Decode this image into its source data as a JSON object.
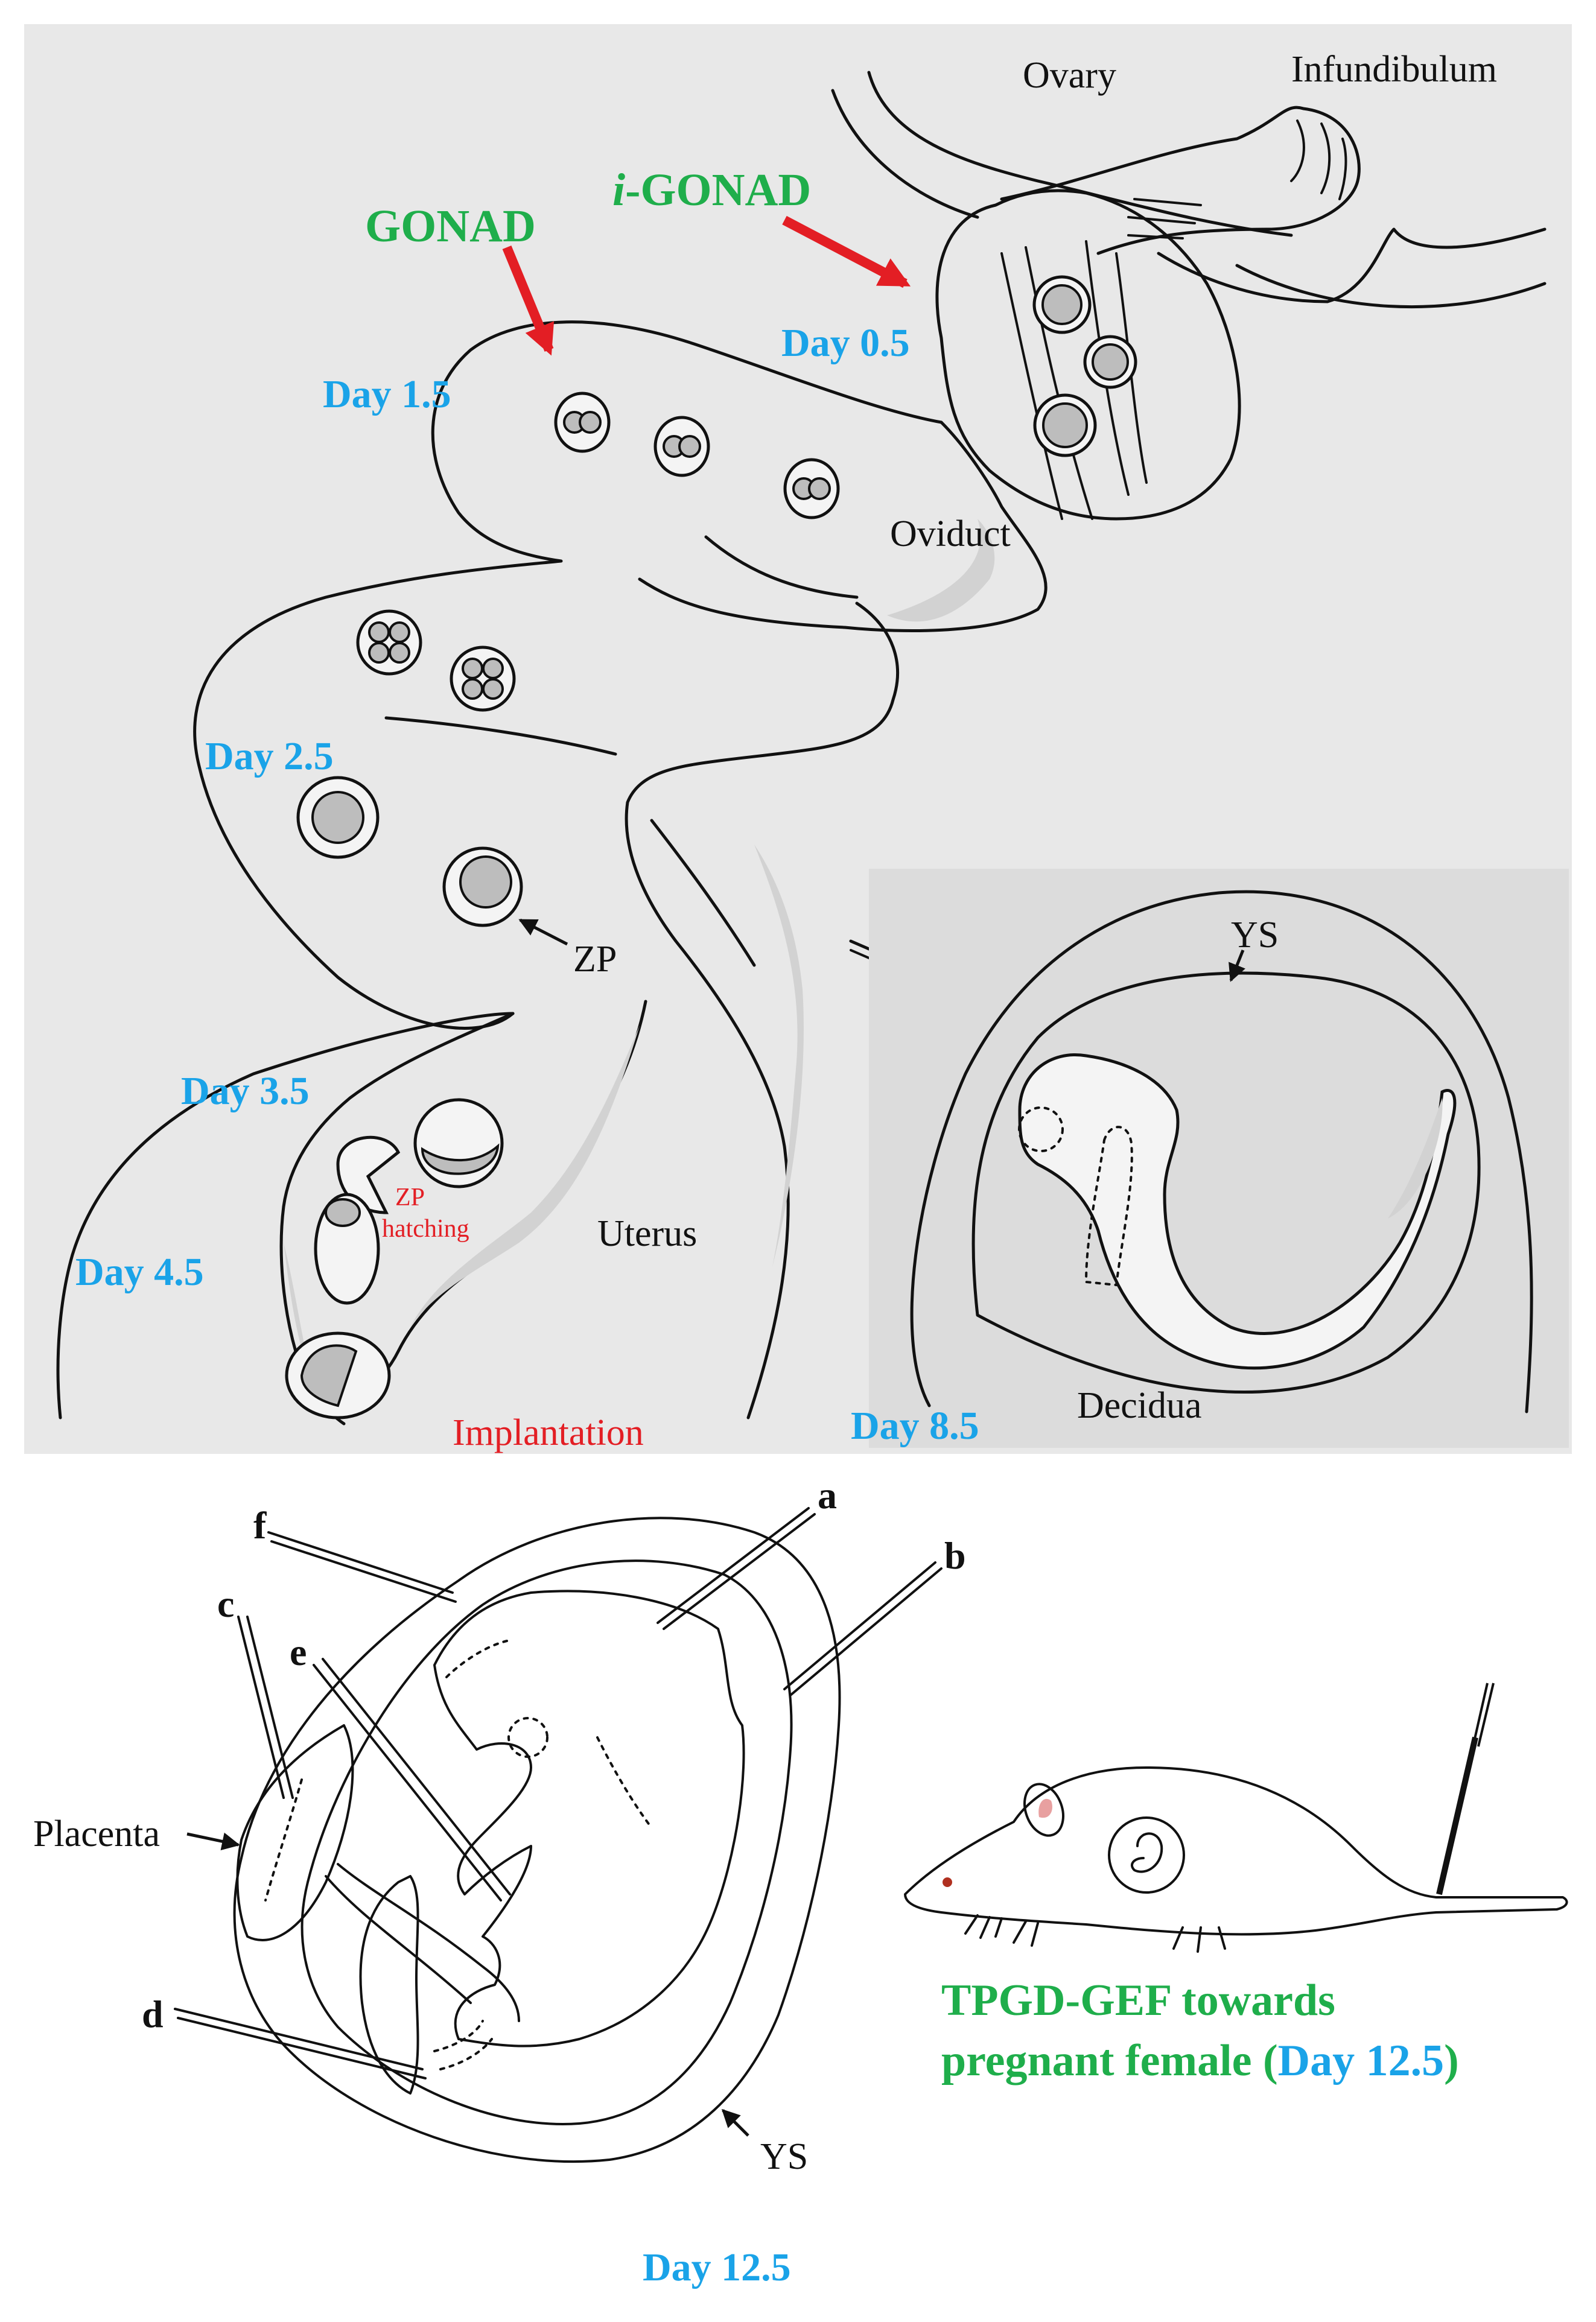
{
  "colors": {
    "green": "#1fae4b",
    "blue": "#1aa3e8",
    "red": "#e31e24",
    "ink": "#111111",
    "panel_bg": "#e8e8e8",
    "inset_bg": "#dcdcdc"
  },
  "top_panel": {
    "labels": {
      "ovary": "Ovary",
      "infundibulum": "Infundibulum",
      "oviduct": "Oviduct",
      "uterus": "Uterus",
      "zp": "ZP",
      "zp_hatching_1": "ZP",
      "zp_hatching_2": "hatching",
      "implantation": "Implantation"
    },
    "methods": {
      "gonad": "GONAD",
      "i_gonad_prefix": "i",
      "i_gonad_suffix": "-GONAD"
    },
    "days": {
      "d05": "Day 0.5",
      "d15": "Day 1.5",
      "d25": "Day 2.5",
      "d35": "Day 3.5",
      "d45": "Day 4.5",
      "d85": "Day 8.5"
    },
    "inset": {
      "ys": "YS",
      "decidua": "Decidua"
    }
  },
  "bottom_panel": {
    "letters": [
      "a",
      "b",
      "c",
      "d",
      "e",
      "f"
    ],
    "placenta": "Placenta",
    "ys": "YS",
    "day": "Day 12.5",
    "caption_line1": "TPGD-GEF towards",
    "caption_line2_prefix": "pregnant female (",
    "caption_line2_day": "Day 12.5",
    "caption_line2_suffix": ")"
  }
}
